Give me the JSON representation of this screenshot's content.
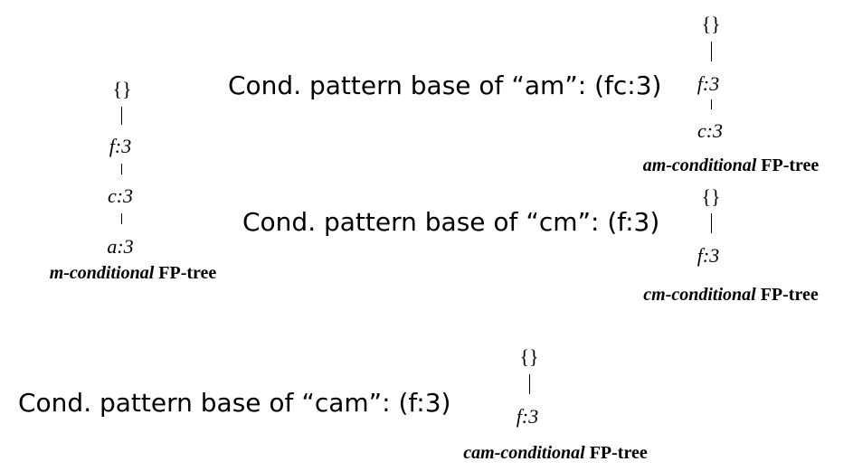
{
  "m_tree": {
    "root": "{}",
    "nodes": [
      "f:3",
      "c:3",
      "a:3"
    ],
    "caption_italic": "m-conditional",
    "caption_rest": " FP-tree"
  },
  "am": {
    "pattern_base": "Cond. pattern base of “am”: (fc:3)",
    "root": "{}",
    "nodes": [
      "f:3",
      "c:3"
    ],
    "caption_italic": "am-conditional",
    "caption_rest": " FP-tree"
  },
  "cm": {
    "pattern_base": "Cond. pattern base of “cm”: (f:3)",
    "root": "{}",
    "nodes": [
      "f:3"
    ],
    "caption_italic": "cm-conditional",
    "caption_rest": " FP-tree"
  },
  "cam": {
    "pattern_base": "Cond. pattern base of “cam”: (f:3)",
    "root": "{}",
    "nodes": [
      "f:3"
    ],
    "caption_italic": "cam-conditional",
    "caption_rest": " FP-tree"
  }
}
